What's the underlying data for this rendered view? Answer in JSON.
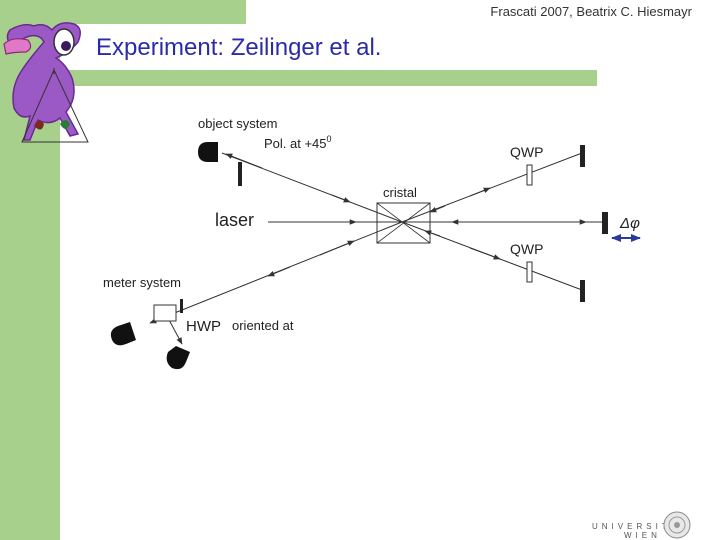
{
  "header": {
    "citation": "Frascati 2007, Beatrix C. Hiesmayr"
  },
  "slide": {
    "title": "Experiment: Zeilinger et al."
  },
  "diagram": {
    "object_system": "object system",
    "polarizer": "Pol. at +45",
    "polarizer_exp": "0",
    "qwp_upper": "QWP",
    "crystal": "cristal",
    "laser": "laser",
    "phase": "Δφ",
    "qwp_lower": "QWP",
    "meter_system": "meter system",
    "hwp": "HWP",
    "hwp_note": "oriented at"
  },
  "footer": {
    "university_left": "UNIVERSITÄT",
    "university_right": "WIEN"
  },
  "colors": {
    "sidebar": "#a8d08d",
    "title": "#2b2ba8",
    "mascot": "#9b59c6",
    "arrow_blue": "#2a3a9a"
  }
}
